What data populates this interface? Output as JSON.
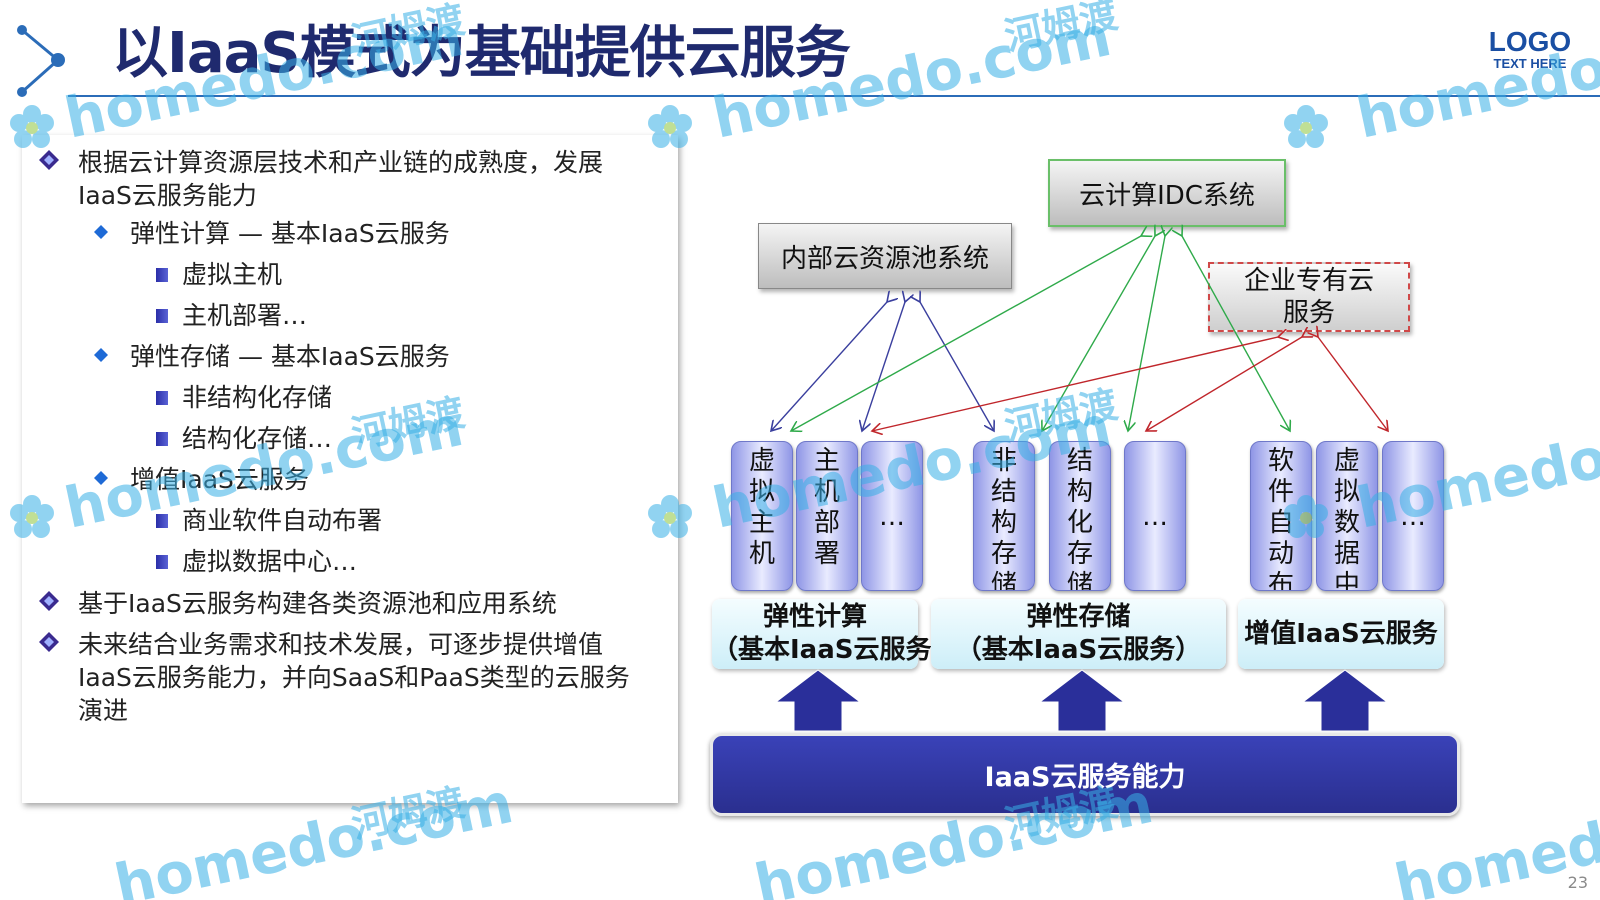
{
  "header": {
    "title": "以IaaS模式为基础提供云服务",
    "logo_line1": "LOGO",
    "logo_line2": "TEXT HERE",
    "page_number": "23"
  },
  "text_panel": {
    "items": [
      {
        "level": 1,
        "text": "根据云计算资源层技术和产业链的成熟度，发展IaaS云服务能力"
      },
      {
        "level": 2,
        "text": "弹性计算 — 基本IaaS云服务"
      },
      {
        "level": 3,
        "text": "虚拟主机"
      },
      {
        "level": 3,
        "text": "主机部署…"
      },
      {
        "level": 2,
        "text": "弹性存储 — 基本IaaS云服务"
      },
      {
        "level": 3,
        "text": "非结构化存储"
      },
      {
        "level": 3,
        "text": "结构化存储…"
      },
      {
        "level": 2,
        "text": "增值IaaS云服务"
      },
      {
        "level": 3,
        "text": "商业软件自动布署"
      },
      {
        "level": 3,
        "text": "虚拟数据中心…"
      },
      {
        "level": 1,
        "text": "基于IaaS云服务构建各类资源池和应用系统"
      },
      {
        "level": 1,
        "text": "未来结合业务需求和技术发展，可逐步提供增值IaaS云服务能力，并向SaaS和PaaS类型的云服务演进"
      }
    ]
  },
  "diagram": {
    "top_boxes": {
      "internal_pool": "内部云资源池系统",
      "cloud_idc": "云计算IDC系统",
      "enterprise_cloud": "企业专有云服务"
    },
    "columns": [
      {
        "label": "虚拟主机"
      },
      {
        "label": "主机部署"
      },
      {
        "label": "…"
      },
      {
        "label": "非结构存储"
      },
      {
        "label": "结构化存储"
      },
      {
        "label": "…"
      },
      {
        "label": "软件自动布署"
      },
      {
        "label": "虚拟数据中心"
      },
      {
        "label": "…"
      }
    ],
    "categories": {
      "compute_line1": "弹性计算",
      "compute_line2": "（基本IaaS云服务）",
      "storage_line1": "弹性存储",
      "storage_line2": "（基本IaaS云服务）",
      "value_added": "增值IaaS云服务"
    },
    "base_bar": "IaaS云服务能力",
    "colors": {
      "arrow_internal": "#3a3f9e",
      "arrow_idc": "#2faa4a",
      "arrow_enterprise": "#c0262b",
      "up_arrow": "#2a2f9a"
    }
  },
  "watermark": {
    "latin": "homedo.com",
    "cn": "河姆渡"
  }
}
